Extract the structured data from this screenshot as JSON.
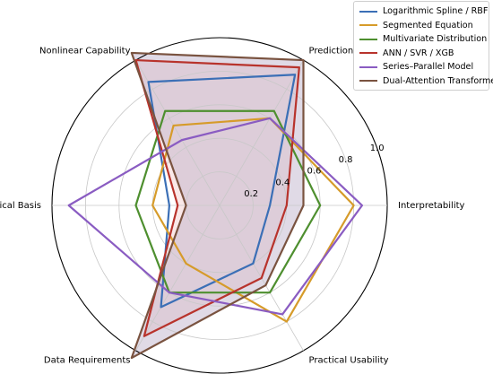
{
  "chart_data": {
    "type": "radar",
    "axes": [
      "Interpretability",
      "Prediction Accuracy",
      "Nonlinear Capability",
      "Physical Basis",
      "Data Requirements",
      "Practical Usability"
    ],
    "radial_ticks": [
      "0.2",
      "0.4",
      "0.6",
      "0.8",
      "1.0"
    ],
    "radial_tick_values": [
      0.2,
      0.4,
      0.6,
      0.8,
      1.0
    ],
    "rmax": 1.0,
    "grid": true,
    "legend_position": "top-right",
    "series": [
      {
        "name": "Logarithmic Spline / RBF",
        "color": "#3b6fb6",
        "fill": false,
        "values": [
          0.3,
          0.9,
          0.85,
          0.3,
          0.7,
          0.4
        ]
      },
      {
        "name": "Segmented Equation",
        "color": "#d69b2a",
        "fill": false,
        "values": [
          0.8,
          0.6,
          0.55,
          0.4,
          0.4,
          0.8
        ]
      },
      {
        "name": "Multivariate Distribution",
        "color": "#4e8f2f",
        "fill": false,
        "values": [
          0.6,
          0.65,
          0.65,
          0.5,
          0.6,
          0.6
        ]
      },
      {
        "name": "ANN / SVR / XGB",
        "color": "#b8332c",
        "fill": true,
        "fillColor": "#f2c7c7",
        "values": [
          0.4,
          0.95,
          1.0,
          0.25,
          0.9,
          0.5
        ]
      },
      {
        "name": "Series–Parallel Model",
        "color": "#8a5cc2",
        "fill": false,
        "values": [
          0.85,
          0.6,
          0.45,
          0.9,
          0.6,
          0.75
        ]
      },
      {
        "name": "Dual-Attention Transformer",
        "color": "#7a5340",
        "fill": true,
        "fillColor": "#b4a6c4",
        "values": [
          0.5,
          1.0,
          1.05,
          0.2,
          1.05,
          0.55
        ]
      }
    ]
  }
}
